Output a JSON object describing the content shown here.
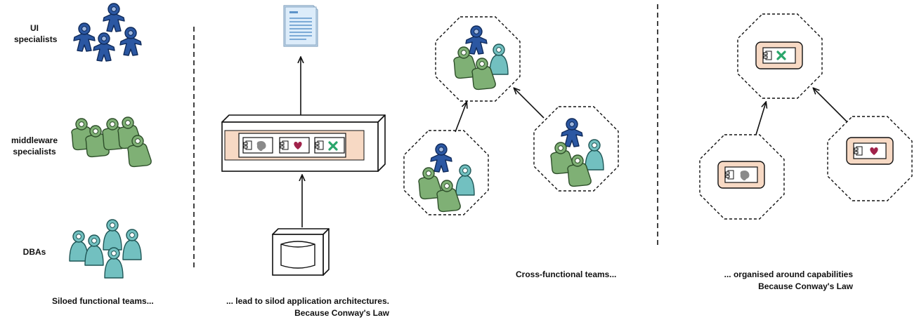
{
  "labels": {
    "ui_specialists": "UI\nspecialists",
    "middleware_specialists": "middleware\nspecialists",
    "dbas": "DBAs",
    "caption_1": "Siloed functional teams...",
    "caption_2_line1": "... lead to silod application architectures.",
    "caption_2_line2": "Because Conway's Law",
    "caption_3": "Cross-functional teams...",
    "caption_4_line1": "... organised around capabilities",
    "caption_4_line2": "Because Conway's Law"
  },
  "colors": {
    "ui_team": "#2b57a2",
    "middleware_team": "#7fb075",
    "dba_team": "#72c0c0",
    "component_box": "#f7d9c4",
    "document": "#cfe3f5"
  },
  "icons": [
    "person-icon",
    "document-icon",
    "server-icon",
    "database-icon",
    "component-icon",
    "heart-icon",
    "cross-icon",
    "blob-icon"
  ]
}
